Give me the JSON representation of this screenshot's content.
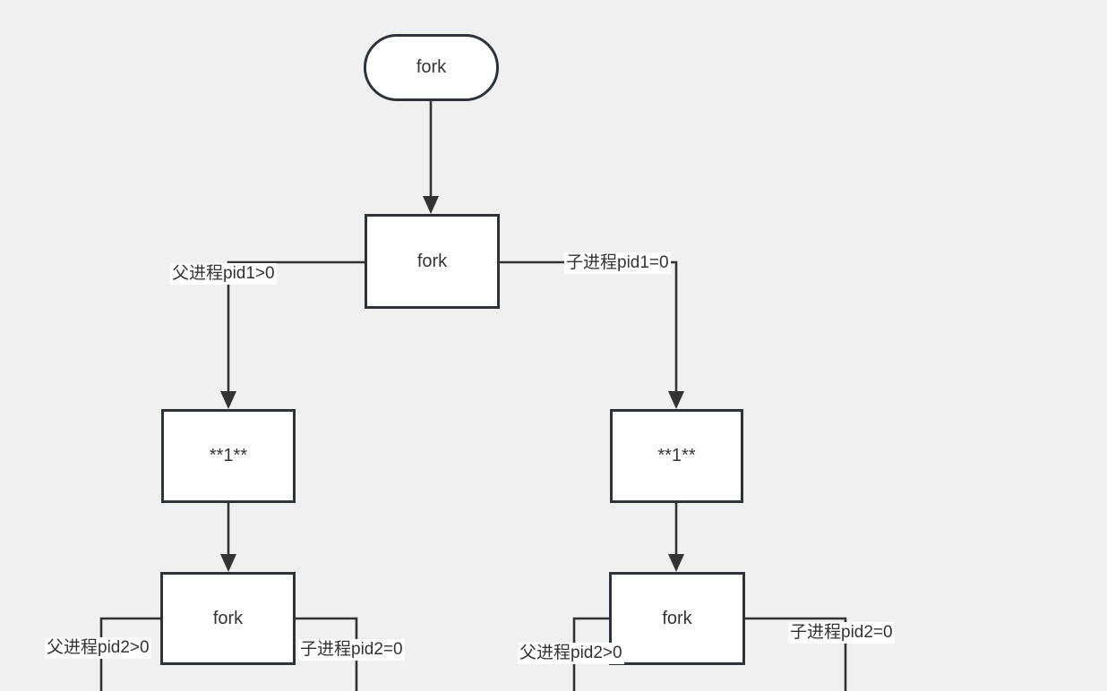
{
  "colors": {
    "background": "#f0f0f0",
    "node_fill": "#ffffff",
    "node_border": "#2e333a",
    "edge_stroke": "#333333",
    "text": "#333333",
    "edge_label_background": "#ffffff"
  },
  "diagram": {
    "type": "flowchart",
    "direction": "top-down",
    "nodes": [
      {
        "id": "start",
        "shape": "stadium",
        "label": "fork"
      },
      {
        "id": "fork1",
        "shape": "rectangle",
        "label": "fork"
      },
      {
        "id": "one-left",
        "shape": "rectangle",
        "label": "**1**"
      },
      {
        "id": "one-right",
        "shape": "rectangle",
        "label": "**1**"
      },
      {
        "id": "fork2-left",
        "shape": "rectangle",
        "label": "fork"
      },
      {
        "id": "fork2-right",
        "shape": "rectangle",
        "label": "fork"
      }
    ],
    "edges": [
      {
        "from": "start",
        "to": "fork1",
        "label": ""
      },
      {
        "from": "fork1",
        "to": "one-left",
        "label": "父进程pid1>0"
      },
      {
        "from": "fork1",
        "to": "one-right",
        "label": "子进程pid1=0"
      },
      {
        "from": "one-left",
        "to": "fork2-left",
        "label": ""
      },
      {
        "from": "one-right",
        "to": "fork2-right",
        "label": ""
      },
      {
        "from": "fork2-left",
        "to": "offscreen-bottom",
        "label": "父进程pid2>0"
      },
      {
        "from": "fork2-left",
        "to": "offscreen-bottom",
        "label": "子进程pid2=0"
      },
      {
        "from": "fork2-right",
        "to": "offscreen-bottom",
        "label": "父进程pid2>0"
      },
      {
        "from": "fork2-right",
        "to": "offscreen-bottom",
        "label": "子进程pid2=0"
      }
    ]
  }
}
